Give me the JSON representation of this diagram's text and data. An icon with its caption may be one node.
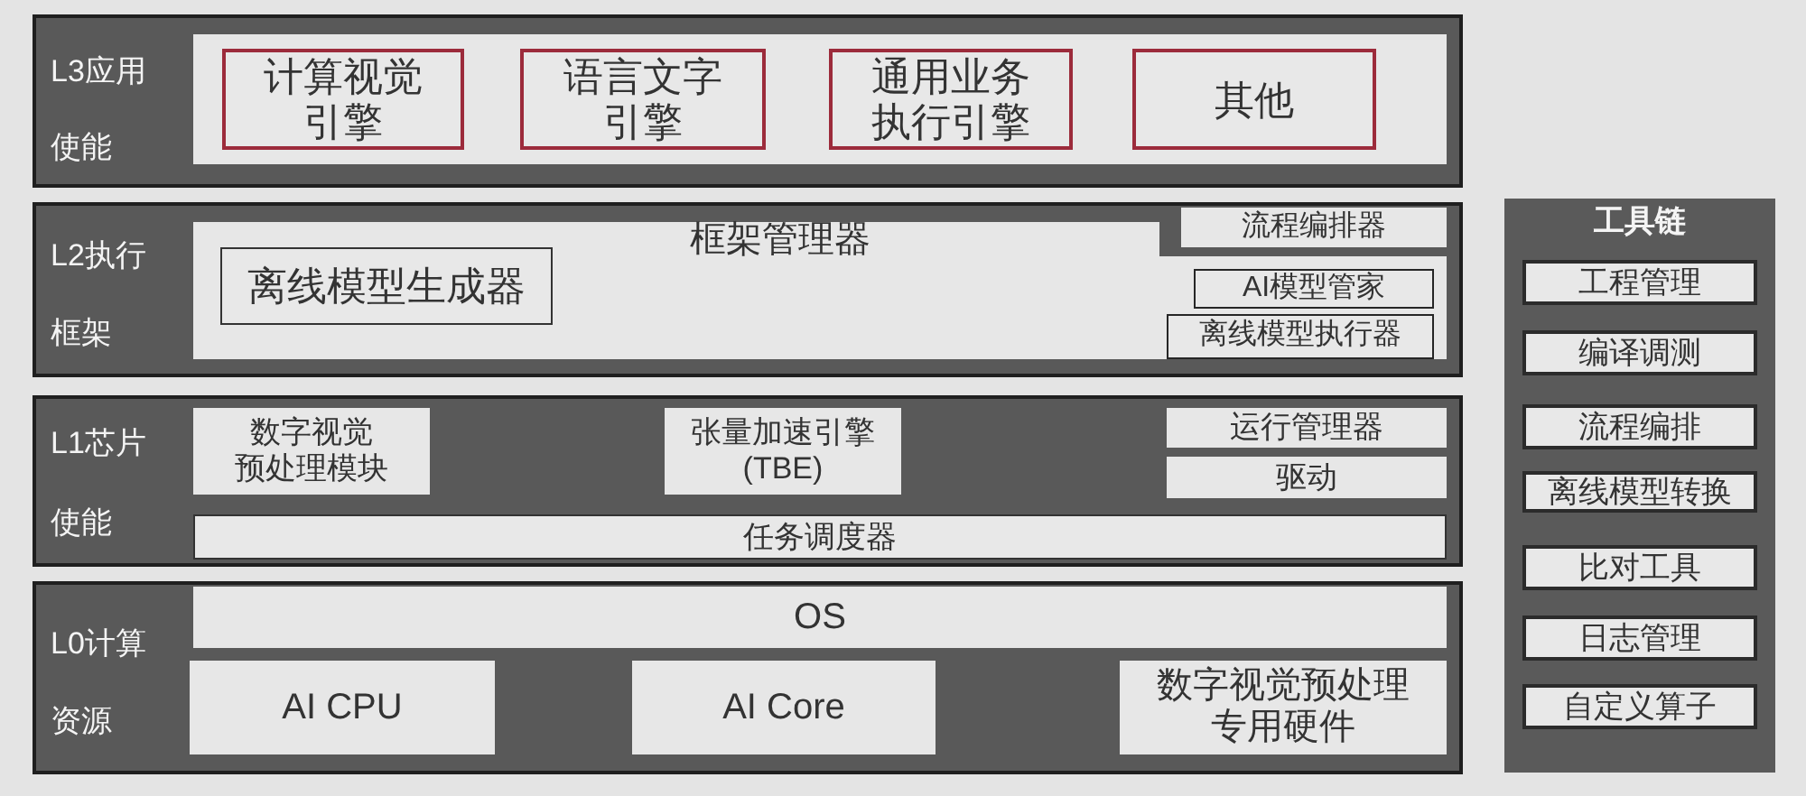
{
  "diagram": {
    "nodes": [
      {
        "text": [
          "L3应用",
          "使能"
        ]
      },
      {
        "text": [],
        "shape": "box",
        "in": 0
      },
      {
        "text": [
          "计算视觉引擎"
        ],
        "in": 1
      },
      {
        "text": [
          "语言文字引擎"
        ],
        "in": 1
      },
      {
        "text": [
          "通用业务执行引擎"
        ],
        "in": 1
      },
      {
        "text": [
          "其他"
        ],
        "in": 1
      },
      {
        "text": [
          "L2执行",
          "框架"
        ]
      },
      {
        "text": [
          "框架管理器"
        ],
        "in": 6
      },
      {
        "text": [
          "流程编排器"
        ],
        "in": 6
      },
      {
        "text": [
          "离线模型生成器"
        ],
        "in": 7
      },
      {
        "text": [
          "AI模型管家"
        ],
        "in": 7
      },
      {
        "text": [
          "离线模型执行器"
        ],
        "in": 7
      },
      {
        "text": [
          "L1芯片",
          "使能"
        ]
      },
      {
        "text": [
          "数字视觉预处理模块"
        ],
        "in": 12
      },
      {
        "text": [
          "张量加速引擎(TBE)"
        ],
        "in": 12
      },
      {
        "text": [
          "运行管理器"
        ],
        "in": 12
      },
      {
        "text": [
          "驱动"
        ],
        "in": 12
      },
      {
        "text": [
          "任务调度器"
        ],
        "in": 12
      },
      {
        "text": [
          "L0计算",
          "资源"
        ]
      },
      {
        "text": [
          "OS"
        ],
        "in": 18
      },
      {
        "text": [
          "AI CPU"
        ],
        "in": 18
      },
      {
        "text": [
          "AI Core"
        ],
        "in": 18
      },
      {
        "text": [
          "数字视觉预处理专用硬件"
        ],
        "in": 18
      },
      {
        "text": [
          "工具链"
        ]
      },
      {
        "text": [
          "工程管理"
        ],
        "in": 23
      },
      {
        "text": [
          "编译调测"
        ],
        "in": 23
      },
      {
        "text": [
          "流程编排"
        ],
        "in": 23
      },
      {
        "text": [
          "离线模型转换"
        ],
        "in": 23
      },
      {
        "text": [
          "比对工具"
        ],
        "in": 23
      },
      {
        "text": [
          "日志管理"
        ],
        "in": 23
      },
      {
        "text": [
          "自定义算子"
        ],
        "in": 23
      }
    ]
  }
}
